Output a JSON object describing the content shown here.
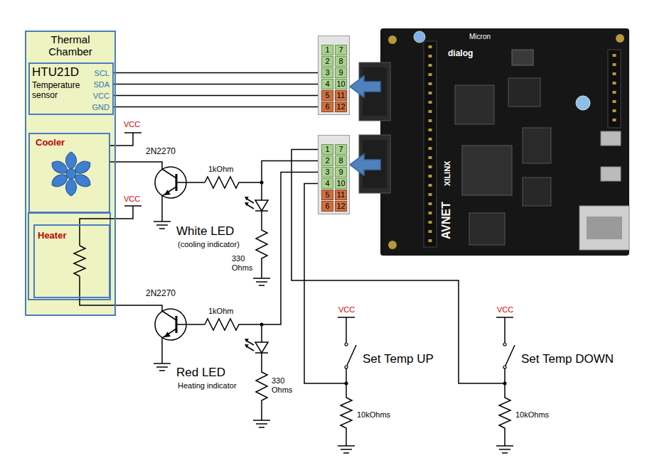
{
  "diagram": {
    "nodes": [
      {
        "text": [
          "Thermal Chamber"
        ]
      },
      {
        "text": [
          "HTU21D",
          "Temperature sensor",
          "SCL",
          "SDA",
          "VCC",
          "GND"
        ],
        "in": 0
      },
      {
        "text": [
          "Cooler"
        ],
        "in": 0
      },
      {
        "text": [
          "Heater"
        ],
        "in": 0
      },
      {
        "text": [
          "1",
          "7",
          "2",
          "8",
          "3",
          "9",
          "4",
          "10",
          "5",
          "11",
          "6",
          "12"
        ]
      },
      {
        "text": [
          "Micron",
          "dialog",
          "XILINX",
          "AVNET"
        ]
      },
      {
        "text": [
          "1",
          "7",
          "2",
          "8",
          "3",
          "9",
          "4",
          "10",
          "5",
          "11",
          "6",
          "12"
        ]
      }
    ],
    "edges": [
      {
        "from": 1,
        "to": 4,
        "arrow": "none"
      },
      {
        "from": 1,
        "to": 4,
        "arrow": "none"
      },
      {
        "from": 1,
        "to": 4,
        "arrow": "none"
      },
      {
        "from": 1,
        "to": 4,
        "arrow": "none"
      },
      {
        "from": 5,
        "to": 4,
        "arrow": "to"
      },
      {
        "from": 5,
        "to": 6,
        "arrow": "to"
      }
    ],
    "labels": [
      "VCC",
      "VCC",
      "2N2270",
      "1kOhm",
      "White LED",
      "(cooling indicator)",
      "330 Ohms",
      "2N2270",
      "1kOhm",
      "Red LED",
      "Heating indicator",
      "330 Ohms",
      "VCC",
      "Set Temp UP",
      "10kOhms",
      "VCC",
      "Set Temp DOWN",
      "10kOhms"
    ]
  }
}
